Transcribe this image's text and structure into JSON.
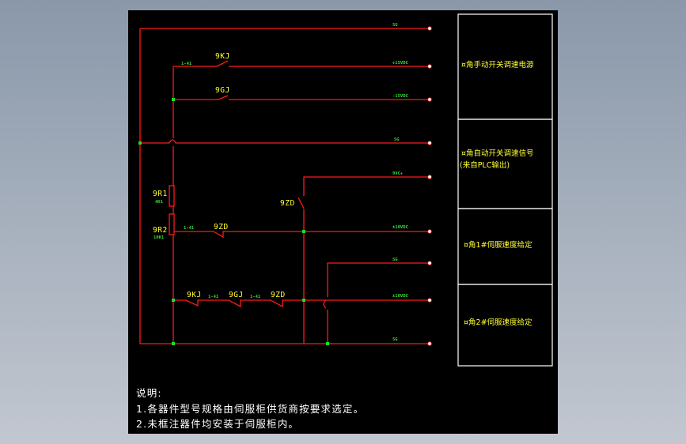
{
  "diagram": {
    "type": "electrical-schematic",
    "colors": {
      "background": "#000000",
      "wire": "#ff1a1a",
      "component_label": "#ffff33",
      "small_label": "#33dd33",
      "box_border": "#ffffff",
      "note_text": "#ffffff"
    },
    "terminals": [
      {
        "id": "t1",
        "label": "SG"
      },
      {
        "id": "t2",
        "label": "+15VDC"
      },
      {
        "id": "t3",
        "label": "-15VDC"
      },
      {
        "id": "t4",
        "label": "SG"
      },
      {
        "id": "t5",
        "label": "9VC+"
      },
      {
        "id": "t6",
        "label": "±10VDC"
      },
      {
        "id": "t7",
        "label": "SG"
      },
      {
        "id": "t8",
        "label": "±10VDC"
      },
      {
        "id": "t9",
        "label": "SG"
      }
    ],
    "components": {
      "k_9kj_top": "9KJ",
      "k_9gj_top": "9GJ",
      "r1": "9R1",
      "r1_value": "4K1",
      "r2": "9R2",
      "r2_value": "10K1",
      "k_9zd_vertical": "9ZD",
      "k_9zd_mid": "9ZD",
      "k_9kj_bottom": "9KJ",
      "k_9gj_bottom": "9GJ",
      "k_9zd_bottom": "9ZD",
      "small_tag_top": "1-41",
      "small_tag_r2": "1-41",
      "small_tag_kj": "1-41",
      "small_tag_gj": "1-41"
    },
    "side_boxes": [
      {
        "line1": "¤角手动开关调速电源",
        "line2": ""
      },
      {
        "line1": "¤角自动开关调速信号",
        "line2": "(来自PLC输出)"
      },
      {
        "line1": "¤角1#伺服速度给定",
        "line2": ""
      },
      {
        "line1": "¤角2#伺服速度给定",
        "line2": ""
      }
    ],
    "notes": {
      "title": "说明:",
      "items": [
        "1.各器件型号规格由伺服柜供货商按要求选定。",
        "2.未框注器件均安装于伺服柜内。"
      ]
    }
  }
}
